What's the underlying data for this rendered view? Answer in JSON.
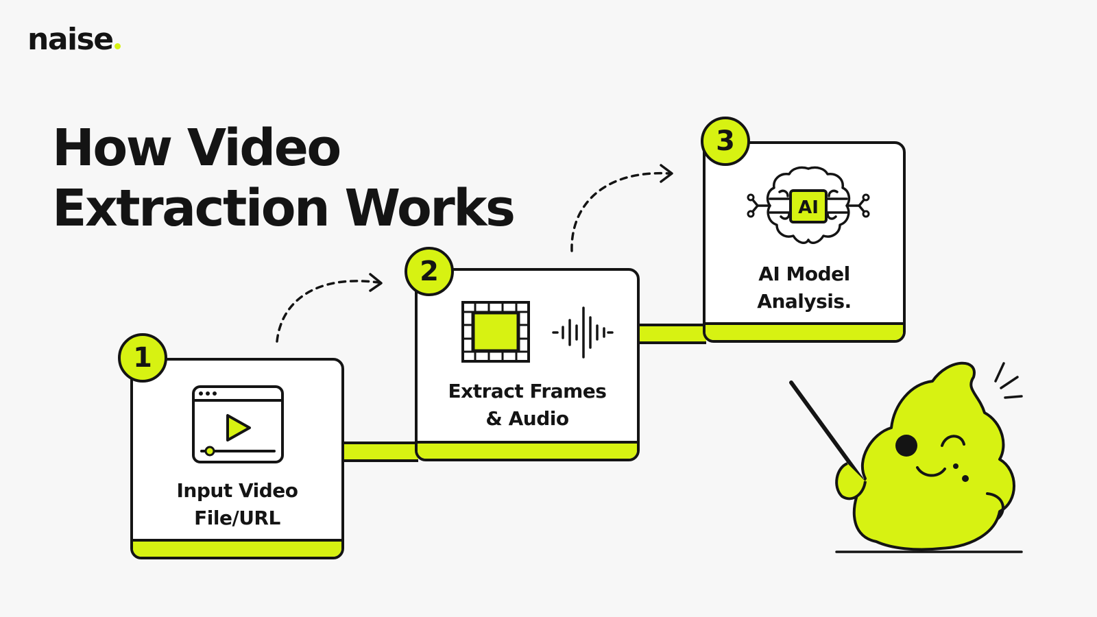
{
  "brand": {
    "logo_text": "naise",
    "accent_color": "#d7f212",
    "ink_color": "#141414"
  },
  "title": {
    "line1": "How Video",
    "line2": "Extraction Works"
  },
  "steps": [
    {
      "number": "1",
      "label_line1": "Input Video",
      "label_line2": "File/URL",
      "icon": "video-player-icon"
    },
    {
      "number": "2",
      "label_line1": "Extract Frames",
      "label_line2": "& Audio",
      "icon": "film-frame-icon"
    },
    {
      "number": "3",
      "label_line1": "AI Model",
      "label_line2": "Analysis.",
      "icon": "ai-brain-icon",
      "icon_text": "AI"
    }
  ],
  "mascot": {
    "name": "mascot-character",
    "props": [
      "pointer-stick"
    ]
  }
}
